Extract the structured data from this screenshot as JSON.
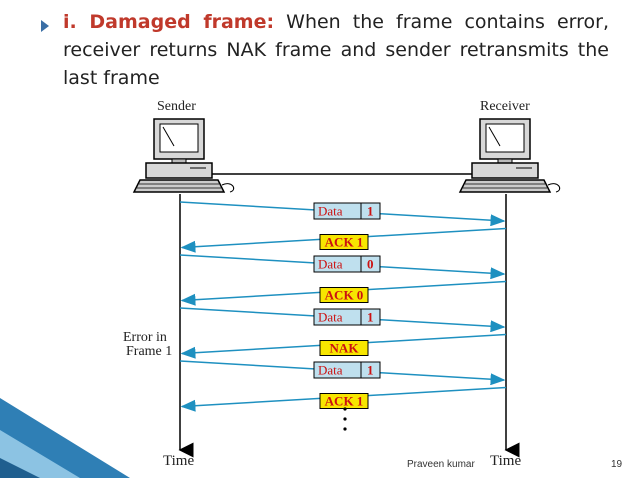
{
  "slide": {
    "bullet_lead": "i. Damaged frame:",
    "bullet_text": " When the frame contains error, receiver returns NAK frame and sender retransmits the last frame"
  },
  "diagram": {
    "sender_label": "Sender",
    "receiver_label": "Receiver",
    "time_label_left": "Time",
    "time_label_right": "Time",
    "error_note_line1": "Error in",
    "error_note_line2": "Frame 1",
    "data_word": "Data",
    "frames": [
      {
        "kind": "data",
        "seq": "1"
      },
      {
        "kind": "ack",
        "text": "ACK 1"
      },
      {
        "kind": "data",
        "seq": "0"
      },
      {
        "kind": "ack",
        "text": "ACK 0"
      },
      {
        "kind": "data",
        "seq": "1"
      },
      {
        "kind": "nak",
        "text": "NAK"
      },
      {
        "kind": "data",
        "seq": "1"
      },
      {
        "kind": "ack",
        "text": "ACK 1"
      }
    ],
    "colors": {
      "data_box": "#bfe0ee",
      "ack_box": "#f7e600",
      "label_red": "#cc1111",
      "arrow": "#1e90c0",
      "timeline": "#000000"
    }
  },
  "footer": {
    "author": "Praveen kumar",
    "page_number": "19"
  }
}
